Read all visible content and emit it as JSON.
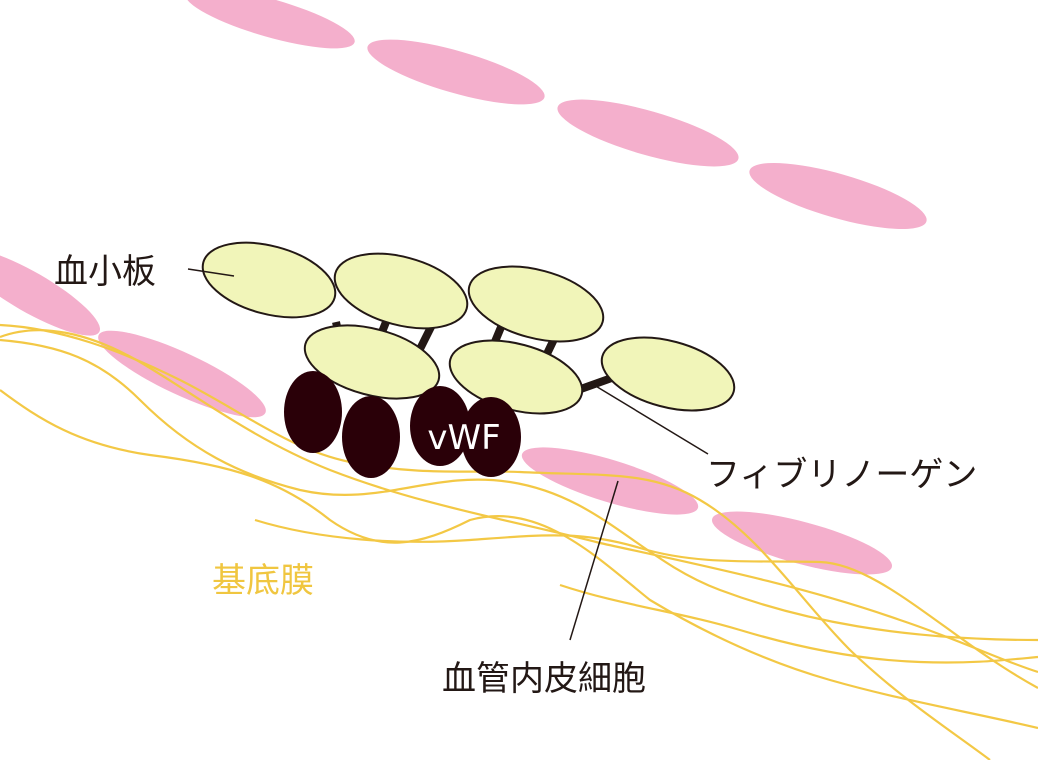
{
  "labels": {
    "platelet": "血小板",
    "fibrinogen": "フィブリノーゲン",
    "vwf": "vWF",
    "basement_membrane": "基底膜",
    "endothelial_cells": "血管内皮細胞"
  },
  "colors": {
    "background": "#ffffff",
    "endothelial": "#f4afcc",
    "platelet_fill": "#f1f5b9",
    "platelet_stroke": "#231815",
    "vwf_fill": "#2a0008",
    "fibrinogen_bar": "#231815",
    "basement_membrane": "#f3c845",
    "leader_line": "#231815",
    "label_text": "#231815",
    "vwf_text": "#ffffff",
    "basement_label": "#f0c640"
  }
}
